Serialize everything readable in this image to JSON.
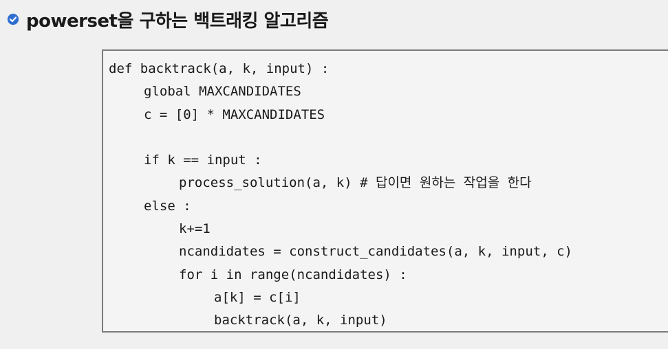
{
  "header": {
    "icon": "check-circle-icon",
    "icon_color": "#2f6fd0",
    "title": "powerset을 구하는 백트래킹 알고리즘"
  },
  "code": {
    "lines": [
      {
        "indent": 0,
        "text": "def backtrack(a, k, input) :"
      },
      {
        "indent": 1,
        "text": "global MAXCANDIDATES"
      },
      {
        "indent": 1,
        "text": "c = [0] * MAXCANDIDATES"
      },
      {
        "indent": 0,
        "text": ""
      },
      {
        "indent": 1,
        "text": "if k == input :"
      },
      {
        "indent": 2,
        "text": "process_solution(a, k) # 답이면 원하는 작업을 한다"
      },
      {
        "indent": 1,
        "text": "else :"
      },
      {
        "indent": 2,
        "text": "k+=1"
      },
      {
        "indent": 2,
        "text": "ncandidates = construct_candidates(a, k, input, c)"
      },
      {
        "indent": 2,
        "text": "for i in range(ncandidates) :"
      },
      {
        "indent": 3,
        "text": "a[k] = c[i]"
      },
      {
        "indent": 3,
        "text": "backtrack(a, k, input)"
      }
    ]
  }
}
